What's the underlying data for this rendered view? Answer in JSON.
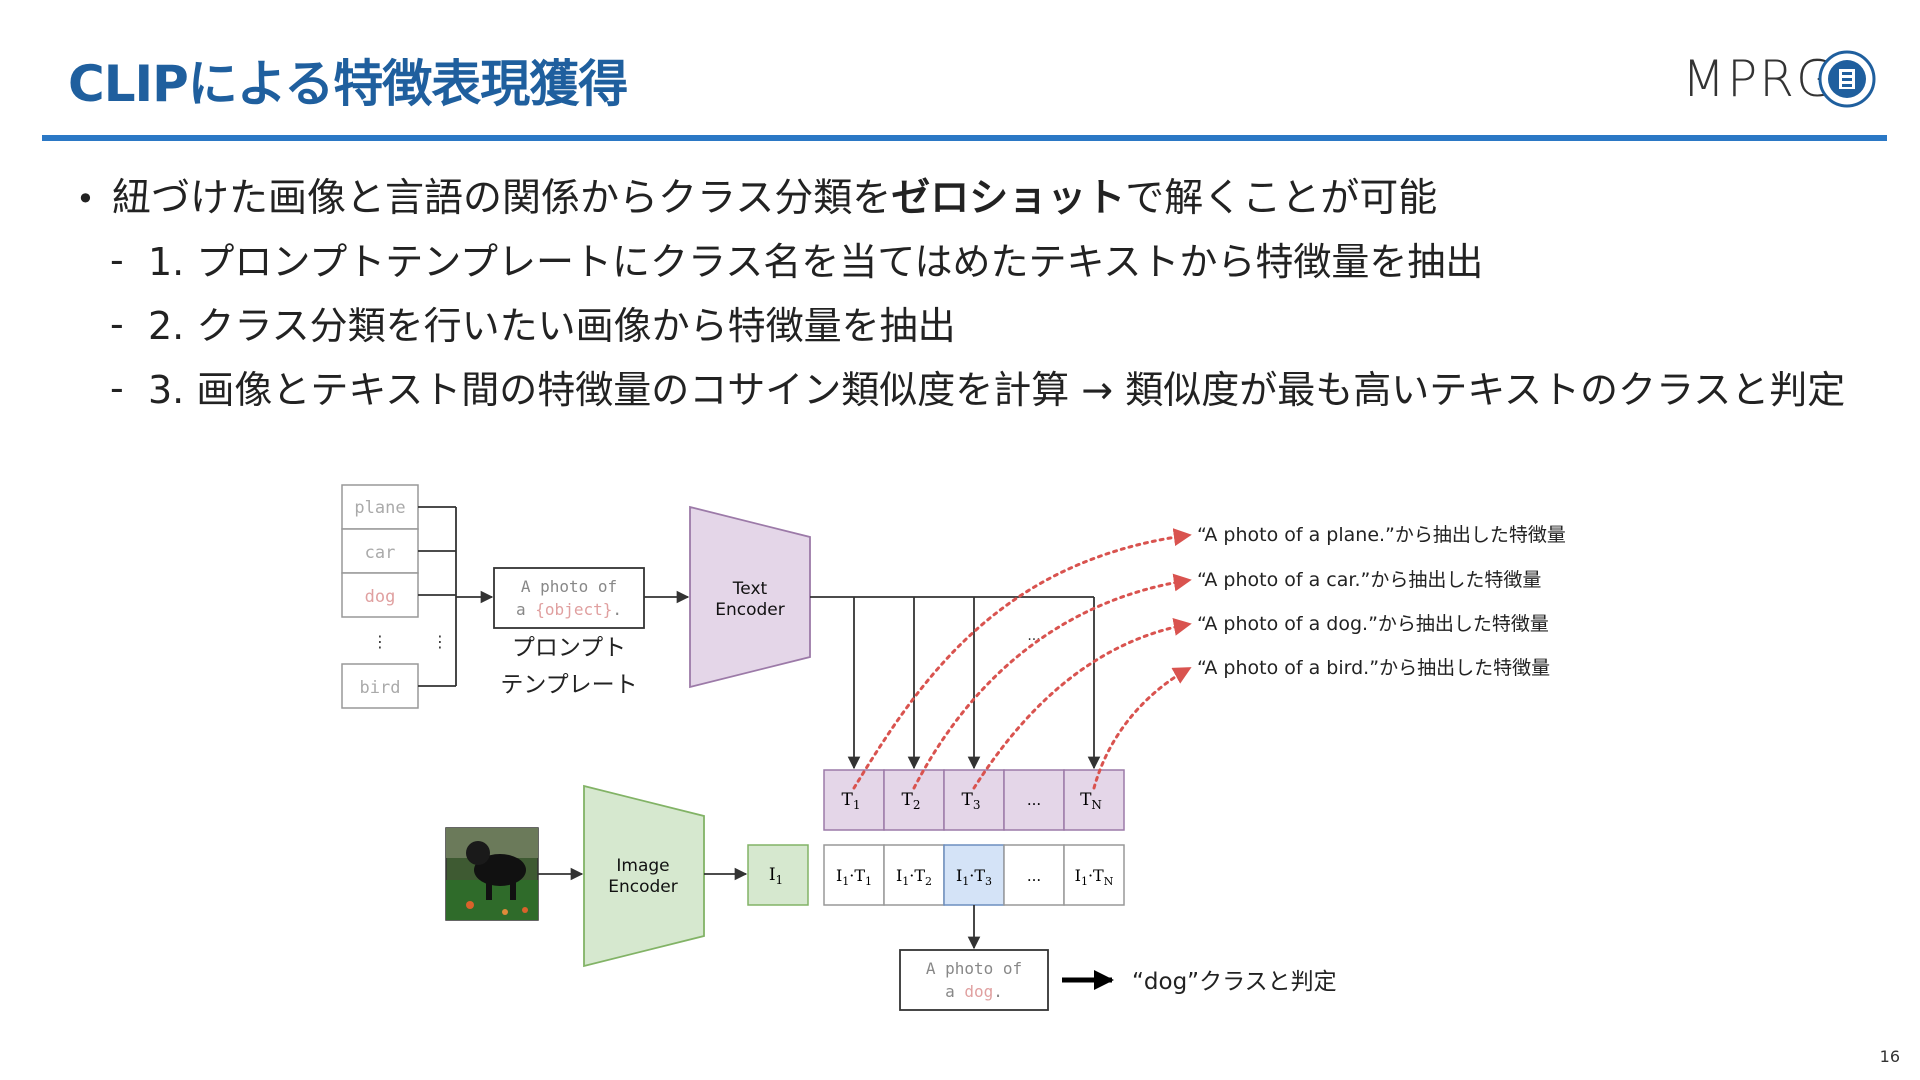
{
  "slide": {
    "title": "CLIPによる特徴表現獲得",
    "page_number": "16"
  },
  "logo": {
    "text": "MPRG",
    "seal_icon": "university-seal-icon"
  },
  "bullets": {
    "main_pre": "紐づけた画像と言語の関係からクラス分類を",
    "main_bold": "ゼロショット",
    "main_post": "で解くことが可能",
    "subs": [
      "1. プロンプトテンプレートにクラス名を当てはめたテキストから特徴量を抽出",
      "2. クラス分類を行いたい画像から特徴量を抽出",
      "3. 画像とテキスト間の特徴量のコサイン類似度を計算 → 類似度が最も高いテキストのクラスと判定"
    ]
  },
  "diagram": {
    "classes": [
      "plane",
      "car",
      "dog",
      "bird"
    ],
    "ellipsis": "⋮",
    "prompt_line1": "A photo of",
    "prompt_a": "a ",
    "prompt_object": "{object}",
    "prompt_end": ".",
    "prompt_caption_1": "プロンプト",
    "prompt_caption_2": "テンプレート",
    "text_encoder_1": "Text",
    "text_encoder_2": "Encoder",
    "image_encoder_1": "Image",
    "image_encoder_2": "Encoder",
    "dots": "...",
    "t_cells": [
      {
        "main": "T",
        "sub": "1"
      },
      {
        "main": "T",
        "sub": "2"
      },
      {
        "main": "T",
        "sub": "3"
      },
      {
        "main": "...",
        "sub": ""
      },
      {
        "main": "T",
        "sub": "N"
      }
    ],
    "i_cell": {
      "main": "I",
      "sub": "1"
    },
    "it_cells": [
      {
        "a": "I",
        "as": "1",
        "b": "·T",
        "bs": "1"
      },
      {
        "a": "I",
        "as": "1",
        "b": "·T",
        "bs": "2"
      },
      {
        "a": "I",
        "as": "1",
        "b": "·T",
        "bs": "3"
      },
      {
        "a": "...",
        "as": "",
        "b": "",
        "bs": ""
      },
      {
        "a": "I",
        "as": "1",
        "b": "·T",
        "bs": "N"
      }
    ],
    "result_line1": "A photo of",
    "result_a": "a ",
    "result_dog": "dog",
    "result_end": ".",
    "result_label": "“dog”クラスと判定",
    "annotations": [
      "“A photo of a plane.”から抽出した特徴量",
      "“A photo of a car.”から抽出した特徴量",
      "“A photo of a dog.”から抽出した特徴量",
      "“A photo of a bird.”から抽出した特徴量"
    ],
    "colors": {
      "text_encoder": "#e4d6e8",
      "image_encoder": "#d6e8cf",
      "highlight": "#d4e3f7",
      "dotted": "#d9534f",
      "placeholder_text": "#e0a0a0"
    }
  }
}
